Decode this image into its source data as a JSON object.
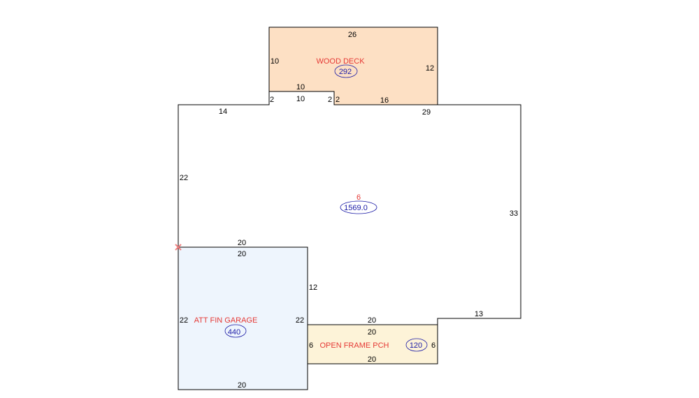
{
  "colors": {
    "deck_fill": "#fde0c4",
    "garage_fill": "#eef5fd",
    "porch_fill": "#fdf3d8",
    "outline": "#000000",
    "label": "#e53935",
    "area": "#1a1aa6",
    "marker": "#f08080"
  },
  "main": {
    "label": "6",
    "area": "1569.0",
    "dims": {
      "top_left": "14",
      "left": "22",
      "top_right": "29",
      "right": "33",
      "bottom_right": "13",
      "notch_left": "2",
      "notch_top": "10",
      "notch_right": "2",
      "garage_side": "12"
    }
  },
  "deck": {
    "label": "WOOD DECK",
    "area": "292",
    "dims": {
      "top": "26",
      "left": "10",
      "right": "12",
      "inner_top": "10",
      "notch_right": "2",
      "bottom": "16"
    }
  },
  "garage": {
    "label": "ATT FIN GARAGE",
    "area": "440",
    "dims": {
      "top_outer": "20",
      "top_inner": "20",
      "left": "22",
      "right": "22",
      "bottom": "20"
    }
  },
  "porch": {
    "label": "OPEN FRAME PCH",
    "area": "120",
    "dims": {
      "top_outer": "20",
      "top_inner": "20",
      "left": "6",
      "right": "6",
      "bottom": "20"
    }
  }
}
